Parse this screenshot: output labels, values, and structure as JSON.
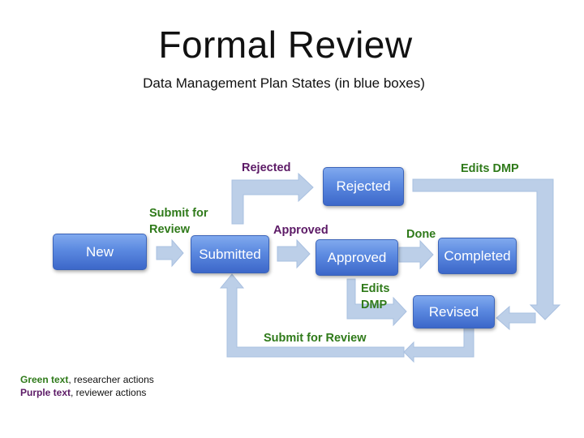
{
  "title": "Formal Review",
  "subtitle": "Data Management Plan States (in blue boxes)",
  "states": {
    "new": "New",
    "submitted": "Submitted",
    "approved": "Approved",
    "completed": "Completed",
    "rejected": "Rejected",
    "revised": "Revised"
  },
  "actions": {
    "submit_for_review_1": "Submit for",
    "submit_for_review_2": "Review",
    "rejected": "Rejected",
    "approved": "Approved",
    "done": "Done",
    "edits_dmp_top": "Edits DMP",
    "edits_dmp_1": "Edits",
    "edits_dmp_2": "DMP",
    "submit_for_review_bottom": "Submit for Review"
  },
  "legend": {
    "green_key": "Green text",
    "green_desc": ", researcher actions",
    "purple_key": "Purple text",
    "purple_desc": ", reviewer actions"
  },
  "colors": {
    "state_box": "#5b89e0",
    "arrow": "#bccfe8",
    "researcher_action": "#2f7a1a",
    "reviewer_action": "#5c1a66"
  }
}
